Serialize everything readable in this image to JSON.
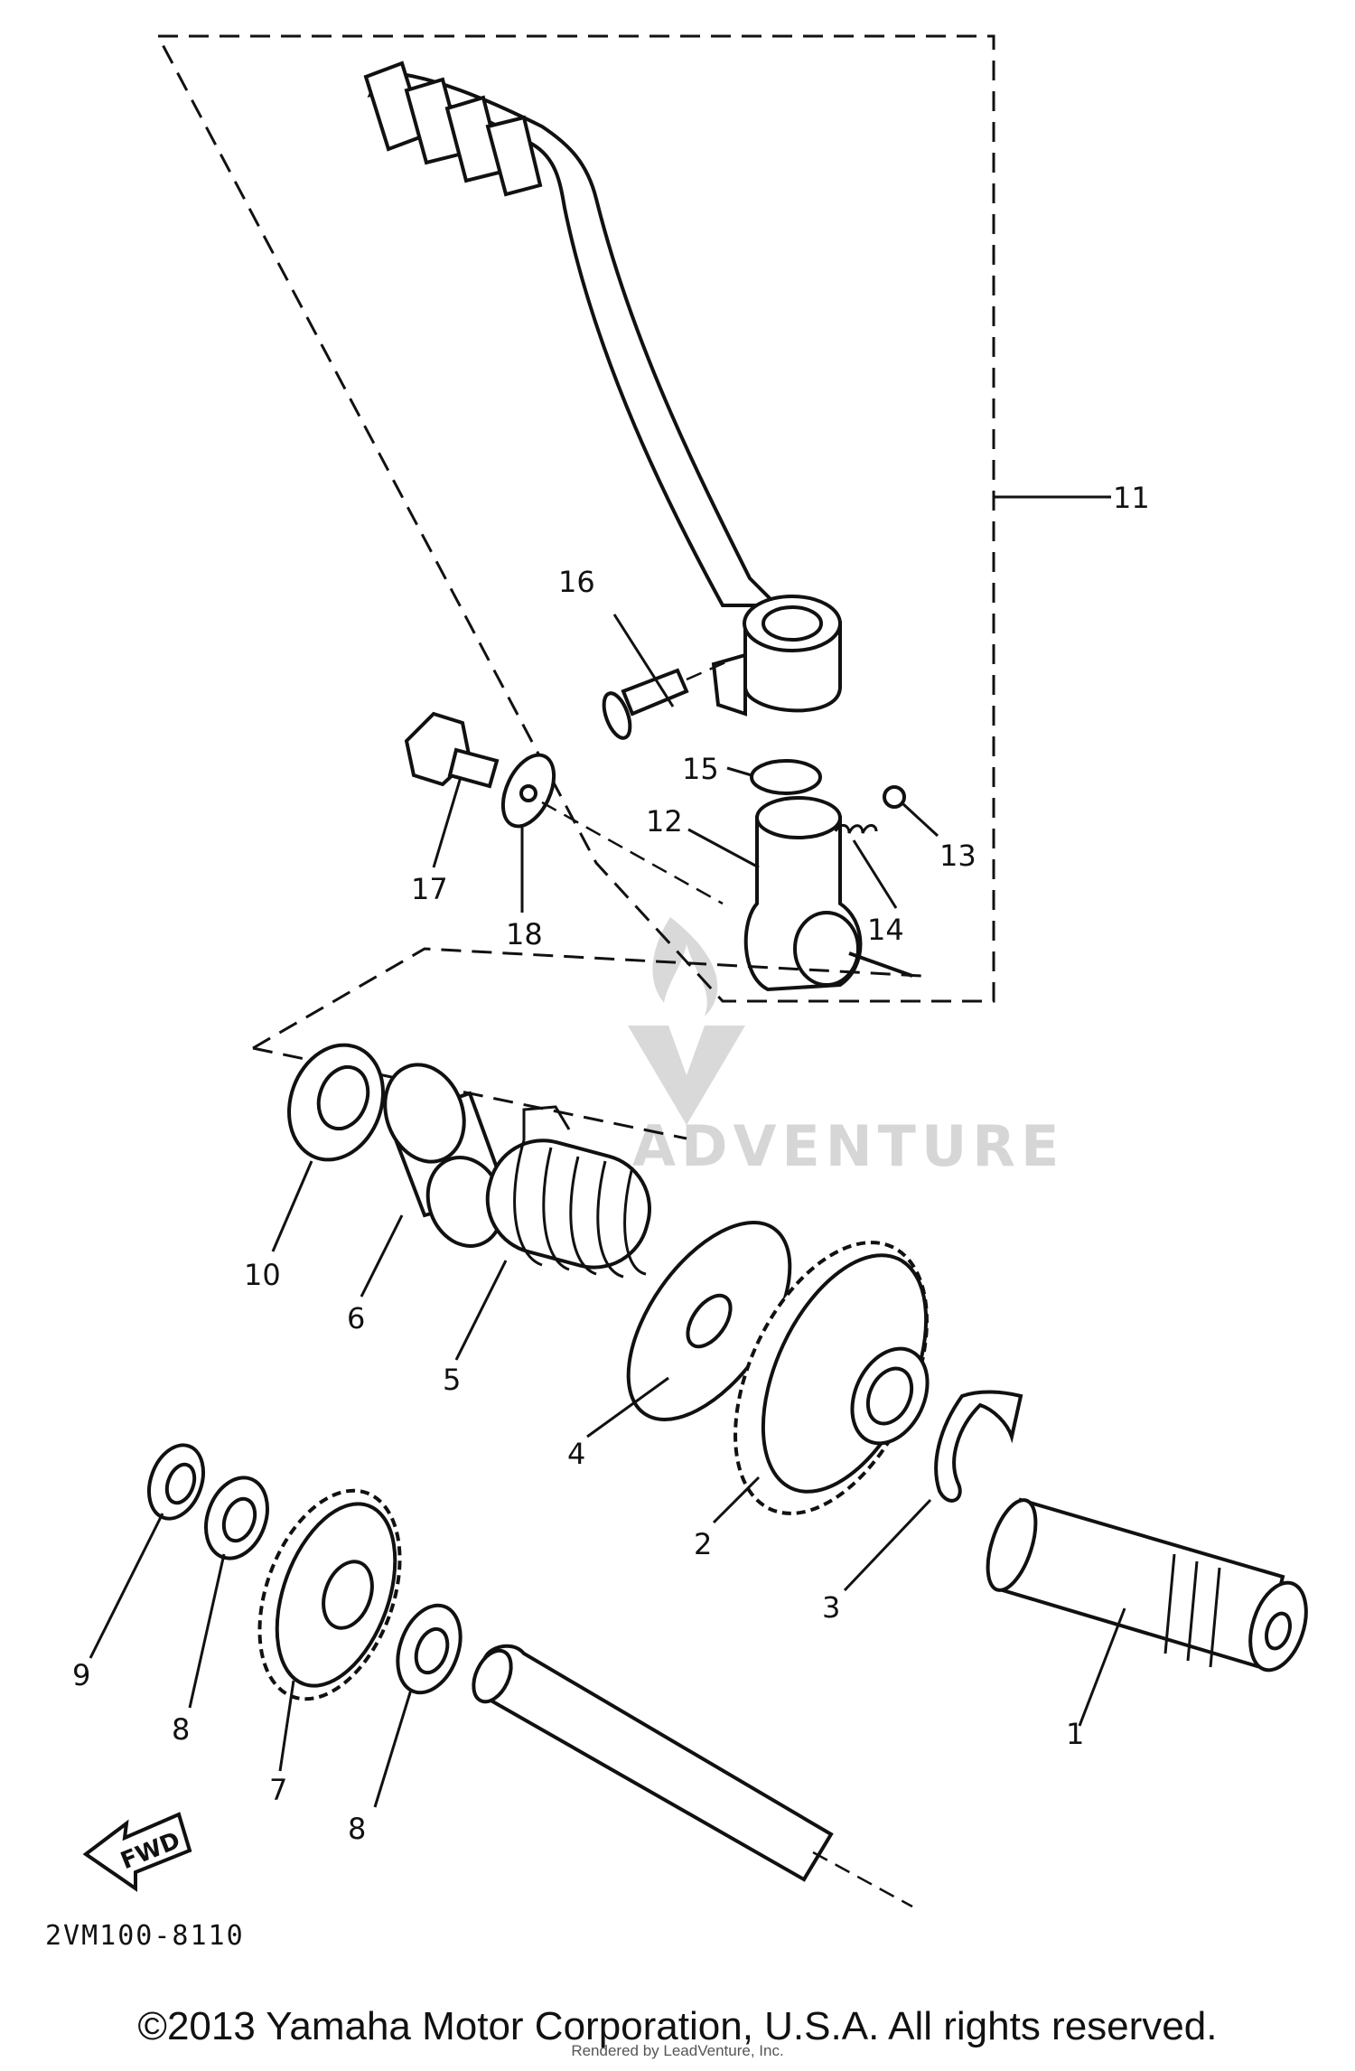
{
  "diagram": {
    "callouts": [
      "1",
      "2",
      "3",
      "4",
      "5",
      "6",
      "7",
      "8",
      "8",
      "9",
      "10",
      "11",
      "12",
      "13",
      "14",
      "15",
      "16",
      "17",
      "18"
    ],
    "direction_label": "FWD",
    "watermark_text": "ADVENTURE",
    "drawing_code": "2VM100-8110"
  },
  "footer": {
    "copyright": "©2013 Yamaha Motor Corporation, U.S.A. All rights reserved.",
    "rendered_by": "Rendered by LeadVenture, Inc."
  }
}
